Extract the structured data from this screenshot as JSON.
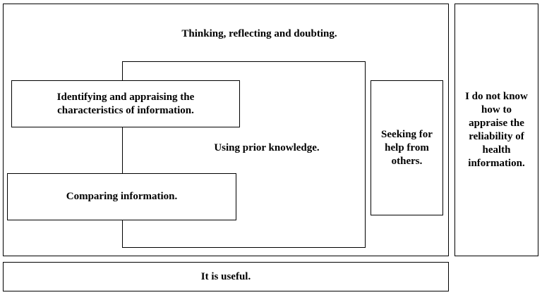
{
  "diagram": {
    "outer_label": "Thinking, reflecting and doubting.",
    "prior_knowledge_label": "Using prior knowledge.",
    "identifying_label": "Identifying and appraising the characteristics of information.",
    "comparing_label": "Comparing information.",
    "seeking_help_label": "Seeking for help from others.",
    "do_not_know_label": "I do not know how to appraise the reliability of health information.",
    "useful_label": "It is useful."
  }
}
